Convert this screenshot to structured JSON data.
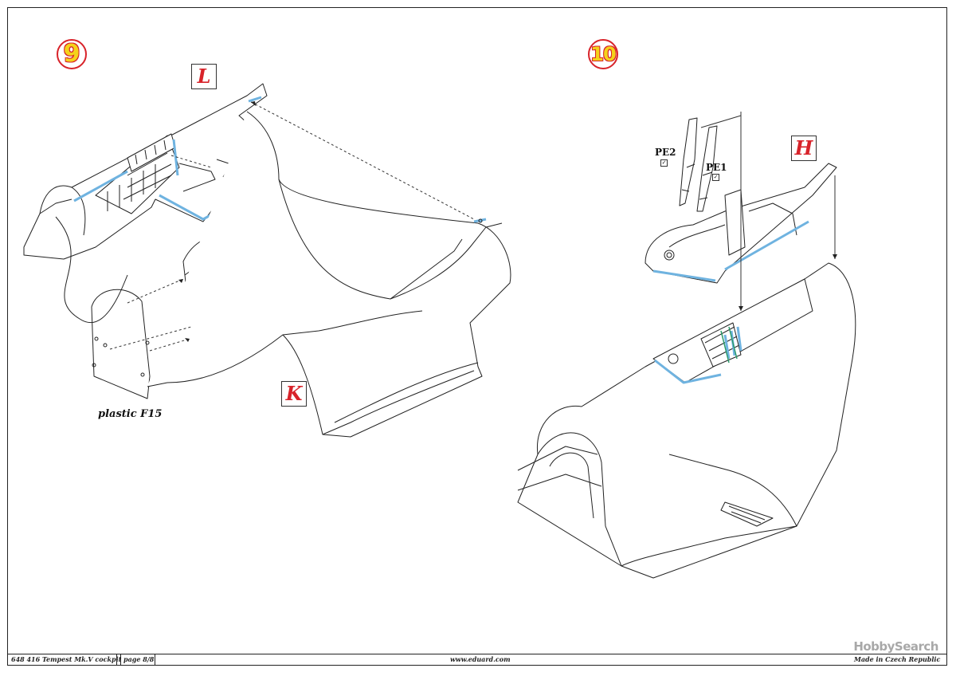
{
  "steps": {
    "step9": "9",
    "step10": "10"
  },
  "parts": {
    "L": "L",
    "K": "K",
    "H": "H"
  },
  "photo_etch": {
    "pe1": "PE1",
    "pe2": "PE2"
  },
  "checkmark": "✓",
  "plastic_label": "plastic F15",
  "footer": {
    "product": "648 416  Tempest Mk.V cockpit",
    "page": "page 8/8",
    "url": "www.eduard.com",
    "made_in": "Made in Czech Republic"
  },
  "watermark": "HobbySearch",
  "colors": {
    "part_highlight": "#9fcdec",
    "step_circle": "#d8232a",
    "step_number": "#f4d21a",
    "part_letter": "#d8232a",
    "line": "#222222"
  }
}
